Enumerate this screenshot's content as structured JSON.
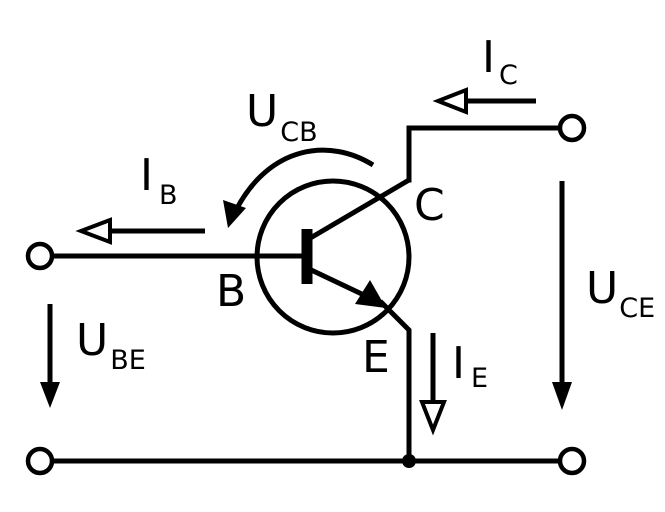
{
  "terminals": {
    "base_label": "B",
    "collector_label": "C",
    "emitter_label": "E"
  },
  "currents": {
    "base": {
      "main": "I",
      "sub": "B"
    },
    "collector": {
      "main": "I",
      "sub": "C"
    },
    "emitter": {
      "main": "I",
      "sub": "E"
    }
  },
  "voltages": {
    "collector_base": {
      "main": "U",
      "sub": "CB"
    },
    "base_emitter": {
      "main": "U",
      "sub": "BE"
    },
    "collector_emitter": {
      "main": "U",
      "sub": "CE"
    }
  }
}
